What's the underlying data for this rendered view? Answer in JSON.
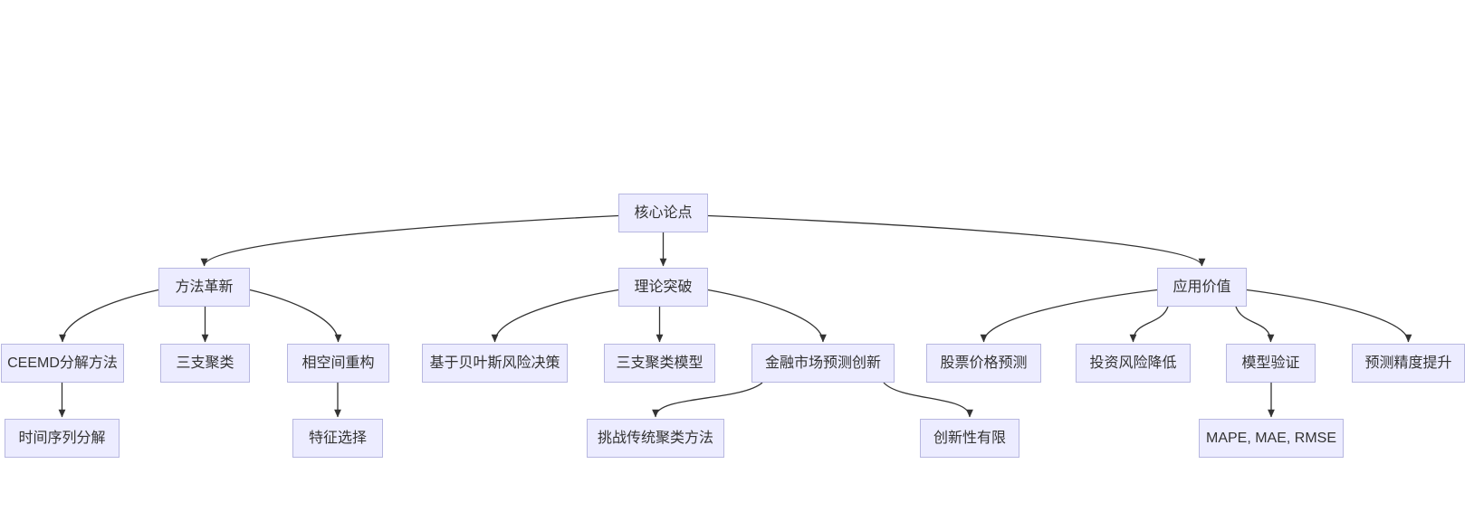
{
  "diagram": {
    "type": "flowchart-top-down",
    "colors": {
      "node_fill": "#ECECFF",
      "node_border": "#b7b7e0",
      "edge_color": "#333333",
      "text_color": "#333333",
      "background": "#ffffff"
    },
    "nodes": [
      {
        "id": "core",
        "label": "核心论点"
      },
      {
        "id": "method",
        "label": "方法革新"
      },
      {
        "id": "theory",
        "label": "理论突破"
      },
      {
        "id": "value",
        "label": "应用价值"
      },
      {
        "id": "ceemd",
        "label": "CEEMD分解方法"
      },
      {
        "id": "threeway",
        "label": "三支聚类"
      },
      {
        "id": "phase",
        "label": "相空间重构"
      },
      {
        "id": "bayes",
        "label": "基于贝叶斯风险决策"
      },
      {
        "id": "threeway_model",
        "label": "三支聚类模型"
      },
      {
        "id": "finance",
        "label": "金融市场预测创新"
      },
      {
        "id": "stock",
        "label": "股票价格预测"
      },
      {
        "id": "risk",
        "label": "投资风险降低"
      },
      {
        "id": "validation",
        "label": "模型验证"
      },
      {
        "id": "accuracy",
        "label": "预测精度提升"
      },
      {
        "id": "timeseries",
        "label": "时间序列分解"
      },
      {
        "id": "feature",
        "label": "特征选择"
      },
      {
        "id": "challenge",
        "label": "挑战传统聚类方法"
      },
      {
        "id": "limited",
        "label": "创新性有限"
      },
      {
        "id": "mape",
        "label": "MAPE, MAE, RMSE"
      }
    ],
    "edges": [
      {
        "from": "core",
        "to": "method"
      },
      {
        "from": "core",
        "to": "theory"
      },
      {
        "from": "core",
        "to": "value"
      },
      {
        "from": "method",
        "to": "ceemd"
      },
      {
        "from": "method",
        "to": "threeway"
      },
      {
        "from": "method",
        "to": "phase"
      },
      {
        "from": "theory",
        "to": "bayes"
      },
      {
        "from": "theory",
        "to": "threeway_model"
      },
      {
        "from": "theory",
        "to": "finance"
      },
      {
        "from": "value",
        "to": "stock"
      },
      {
        "from": "value",
        "to": "risk"
      },
      {
        "from": "value",
        "to": "validation"
      },
      {
        "from": "value",
        "to": "accuracy"
      },
      {
        "from": "ceemd",
        "to": "timeseries"
      },
      {
        "from": "phase",
        "to": "feature"
      },
      {
        "from": "finance",
        "to": "challenge"
      },
      {
        "from": "finance",
        "to": "limited"
      },
      {
        "from": "validation",
        "to": "mape"
      }
    ]
  }
}
